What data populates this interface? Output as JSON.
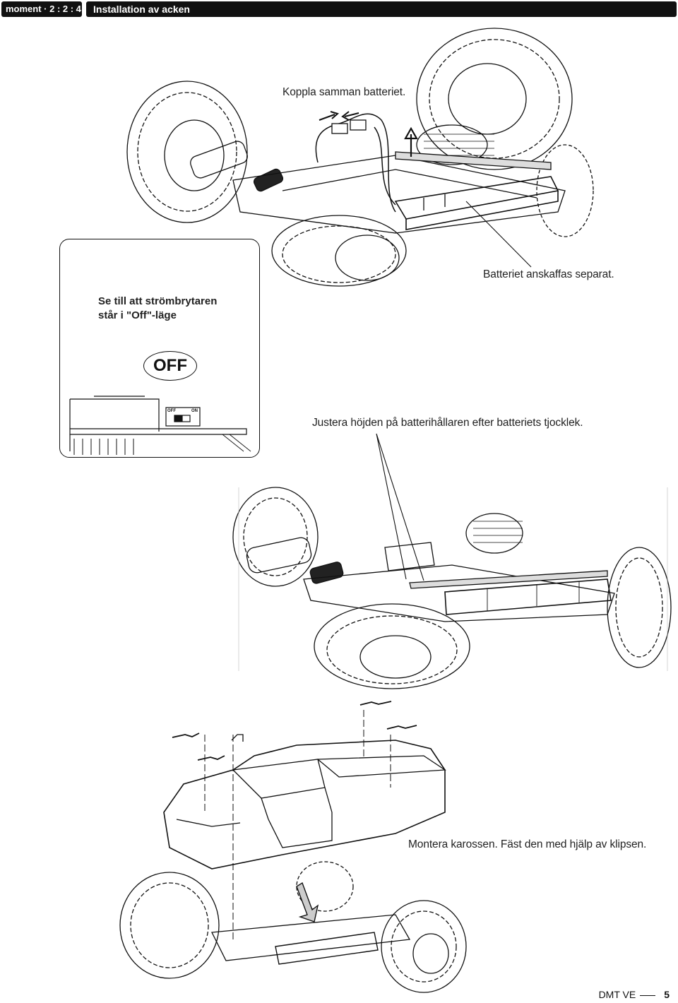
{
  "header": {
    "section": "moment · 2 : 2 : 4",
    "title": "Installation av acken"
  },
  "step1": {
    "connect_caption": "Koppla samman batteriet.",
    "battery_caption": "Batteriet anskaffas separat."
  },
  "switch_callout": {
    "text_line1": "Se till att strömbrytaren",
    "text_line2": "står i \"Off\"-läge",
    "bubble_label": "OFF",
    "switch_off_label": "OFF",
    "switch_on_label": "ON"
  },
  "step2": {
    "adjust_caption": "Justera höjden på batterihållaren efter batteriets tjocklek."
  },
  "step3": {
    "mount_caption": "Montera karossen. Fäst den med hjälp av klipsen."
  },
  "footer": {
    "model": "DMT VE",
    "page_number": "5"
  }
}
